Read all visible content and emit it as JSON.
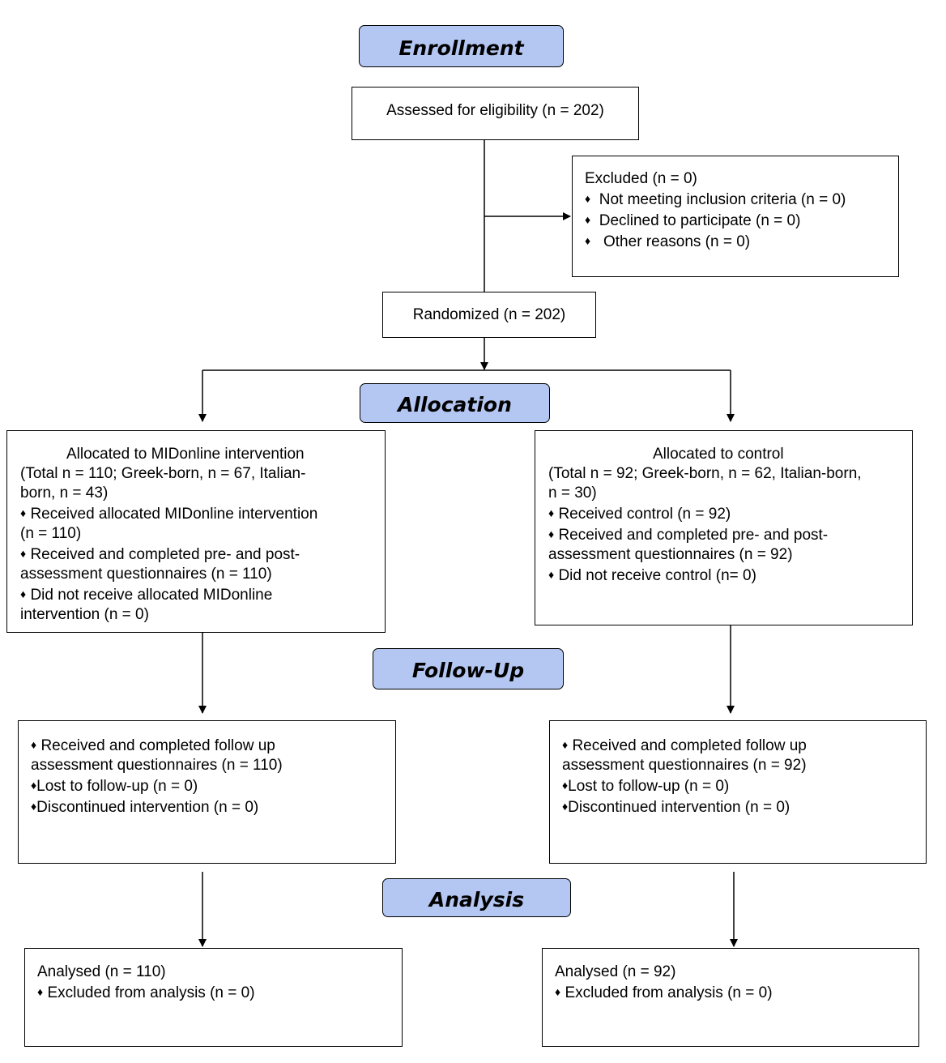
{
  "stages": {
    "enrollment": "Enrollment",
    "allocation": "Allocation",
    "follow_up": "Follow-Up",
    "analysis": "Analysis"
  },
  "enrollment": {
    "assessed": "Assessed for eligibility (n = 202)",
    "excluded": {
      "title": "Excluded  (n = 0)",
      "items": [
        "Not meeting inclusion criteria (n = 0)",
        "Declined to participate (n = 0)",
        "Other reasons (n = 0)"
      ]
    },
    "randomized": "Randomized (n = 202)"
  },
  "allocation": {
    "intervention": {
      "title": "Allocated to MIDonline intervention",
      "total_line1": "(Total n = 110; Greek-born, n = 67, Italian-",
      "total_line2": "born, n = 43)",
      "received_line1": "Received allocated MIDonline intervention",
      "received_line2": "(n = 110)",
      "completed_line1": "Received and completed pre- and post-",
      "completed_line2": "assessment questionnaires (n = 110)",
      "not_received_line1": "Did not receive allocated MIDonline",
      "not_received_line2": "intervention (n = 0)"
    },
    "control": {
      "title": "Allocated to control",
      "total_line1": "(Total n = 92; Greek-born, n = 62, Italian-born,",
      "total_line2": "n = 30)",
      "received": "Received control (n = 92)",
      "completed_line1": "Received and completed pre- and post-",
      "completed_line2": "assessment questionnaires (n = 92)",
      "not_received": "Did not receive control (n= 0)"
    }
  },
  "follow_up": {
    "intervention": {
      "completed_line1": "Received and completed follow up",
      "completed_line2": "assessment questionnaires (n = 110)",
      "lost": "Lost to follow-up (n = 0)",
      "discontinued": "Discontinued intervention (n = 0)"
    },
    "control": {
      "completed_line1": "Received and completed follow up",
      "completed_line2": "assessment questionnaires (n = 92)",
      "lost": "Lost to follow-up (n = 0)",
      "discontinued": "Discontinued intervention (n = 0)"
    }
  },
  "analysis": {
    "intervention": {
      "analysed": "Analysed (n = 110)",
      "excluded": "Excluded from analysis (n = 0)"
    },
    "control": {
      "analysed": "Analysed (n = 92)",
      "excluded": "Excluded from analysis  (n = 0)"
    }
  },
  "colors": {
    "stage_fill": "#b4c7f2",
    "line": "#000000"
  },
  "icons": {
    "bullet": "diamond-bullet-icon"
  }
}
